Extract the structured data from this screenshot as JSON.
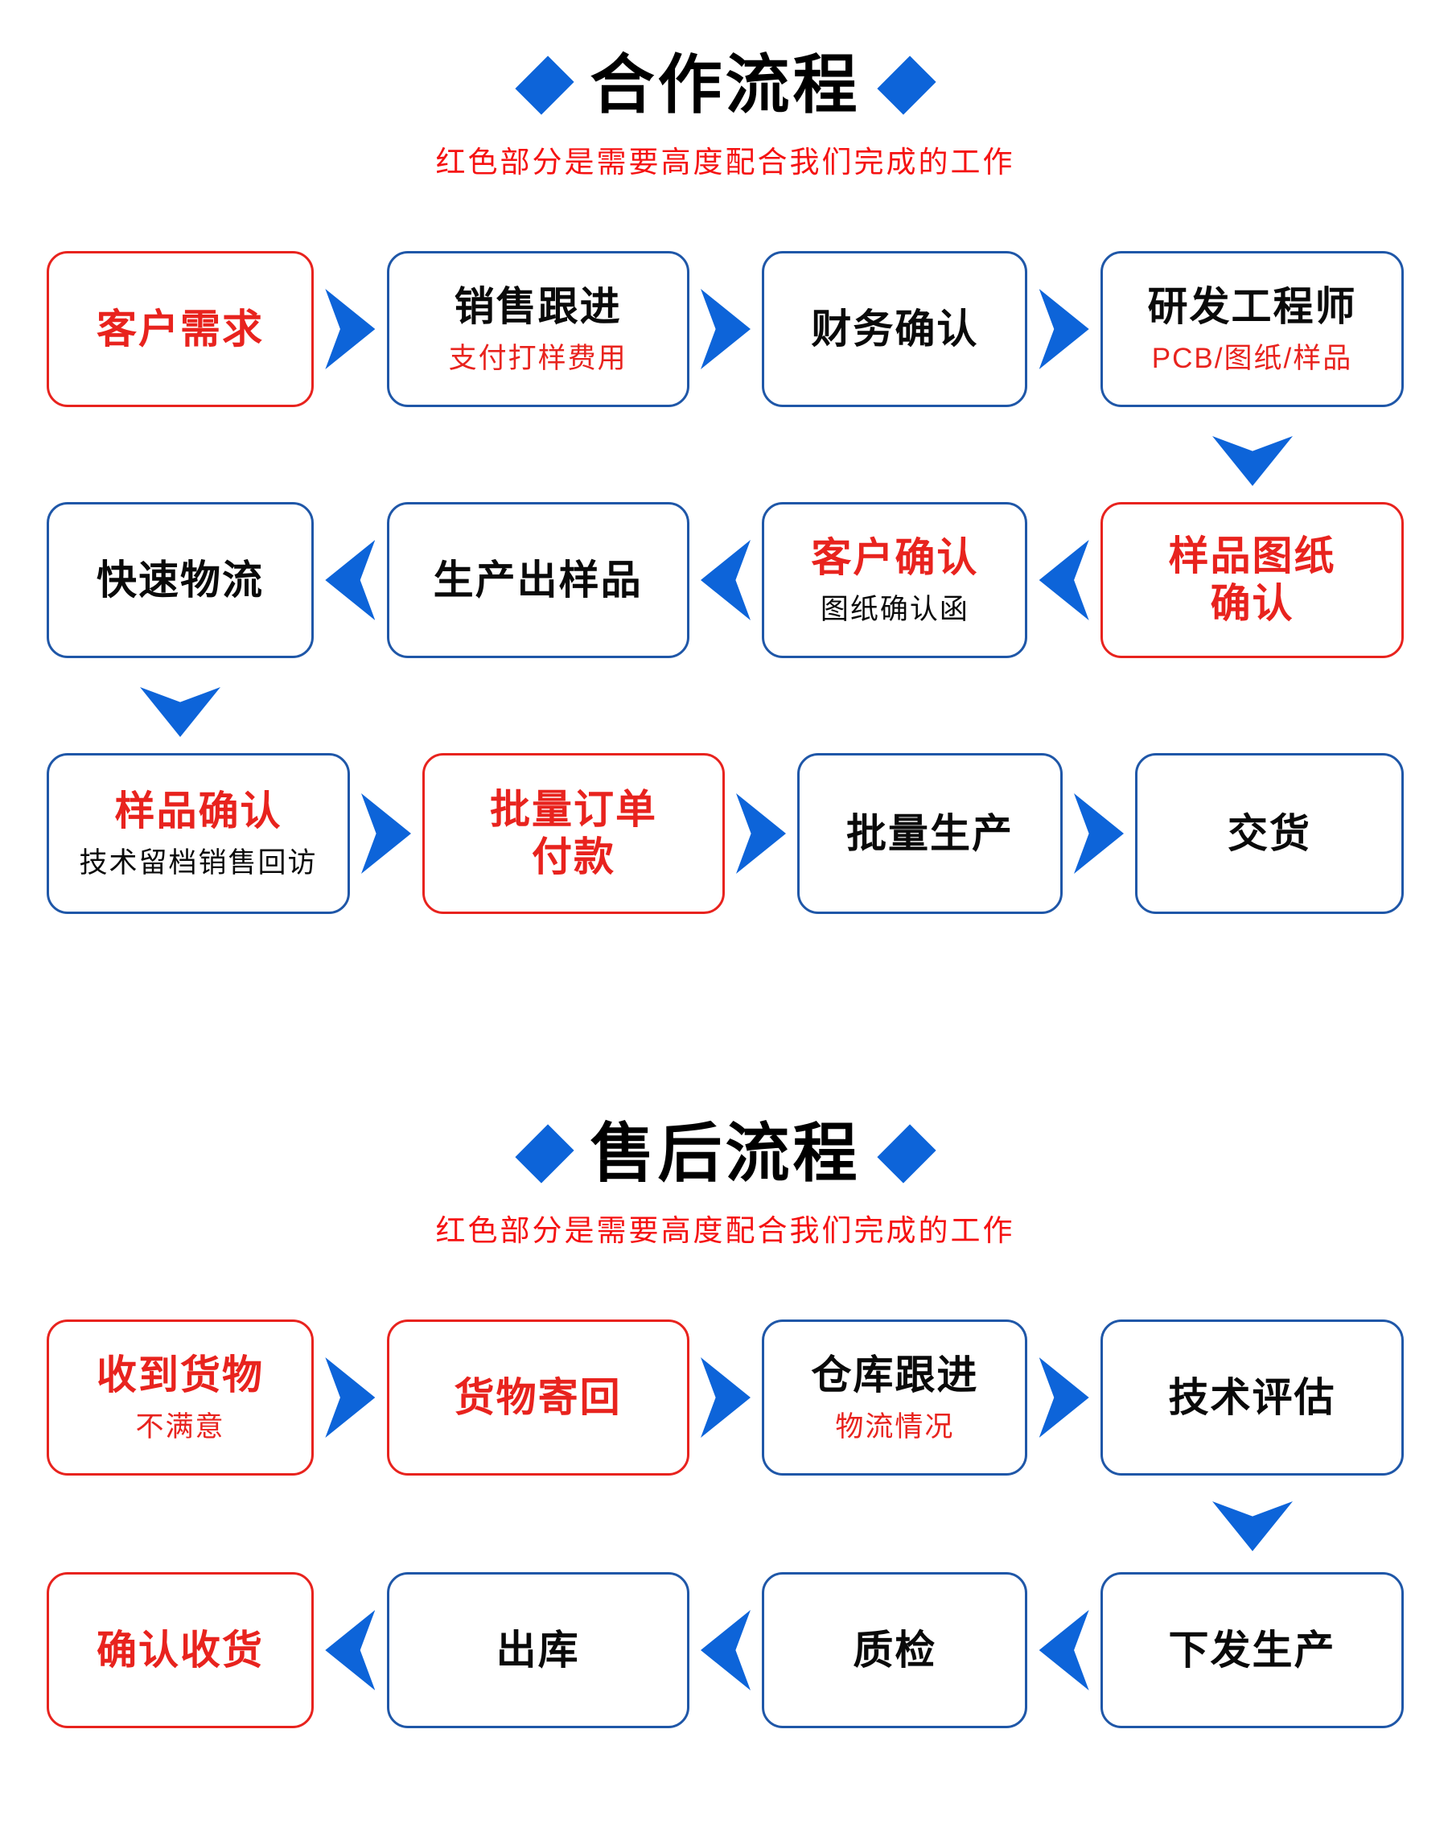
{
  "palette": {
    "bg": "#ffffff",
    "accent_blue": "#0d64d9",
    "border_blue": "#1f57a8",
    "red_box": "#e8231e",
    "red_bright": "#f51212",
    "ink": "#0a0a0a"
  },
  "sections": [
    {
      "title": "合作流程",
      "subtitle": "红色部分是需要高度配合我们完成的工作",
      "rows": [
        {
          "direction": "right",
          "boxes": [
            {
              "title": "客户需求"
            },
            {
              "title": "销售跟进",
              "subtitle": "支付打样费用"
            },
            {
              "title": "财务确认"
            },
            {
              "title": "研发工程师",
              "subtitle": "PCB/图纸/样品"
            }
          ]
        },
        {
          "direction": "left",
          "boxes": [
            {
              "title": "快速物流"
            },
            {
              "title": "生产出样品"
            },
            {
              "title": "客户确认",
              "subtitle": "图纸确认函"
            },
            {
              "title": "样品图纸\n确认"
            }
          ]
        },
        {
          "direction": "right",
          "boxes": [
            {
              "title": "样品确认",
              "subtitle": "技术留档销售回访"
            },
            {
              "title": "批量订单\n付款"
            },
            {
              "title": "批量生产"
            },
            {
              "title": "交货"
            }
          ]
        }
      ]
    },
    {
      "title": "售后流程",
      "subtitle": "红色部分是需要高度配合我们完成的工作",
      "rows": [
        {
          "direction": "right",
          "boxes": [
            {
              "title": "收到货物",
              "subtitle": "不满意"
            },
            {
              "title": "货物寄回"
            },
            {
              "title": "仓库跟进",
              "subtitle": "物流情况"
            },
            {
              "title": "技术评估"
            }
          ]
        },
        {
          "direction": "left",
          "boxes": [
            {
              "title": "确认收货"
            },
            {
              "title": "出库"
            },
            {
              "title": "质检"
            },
            {
              "title": "下发生产"
            }
          ]
        }
      ]
    }
  ]
}
